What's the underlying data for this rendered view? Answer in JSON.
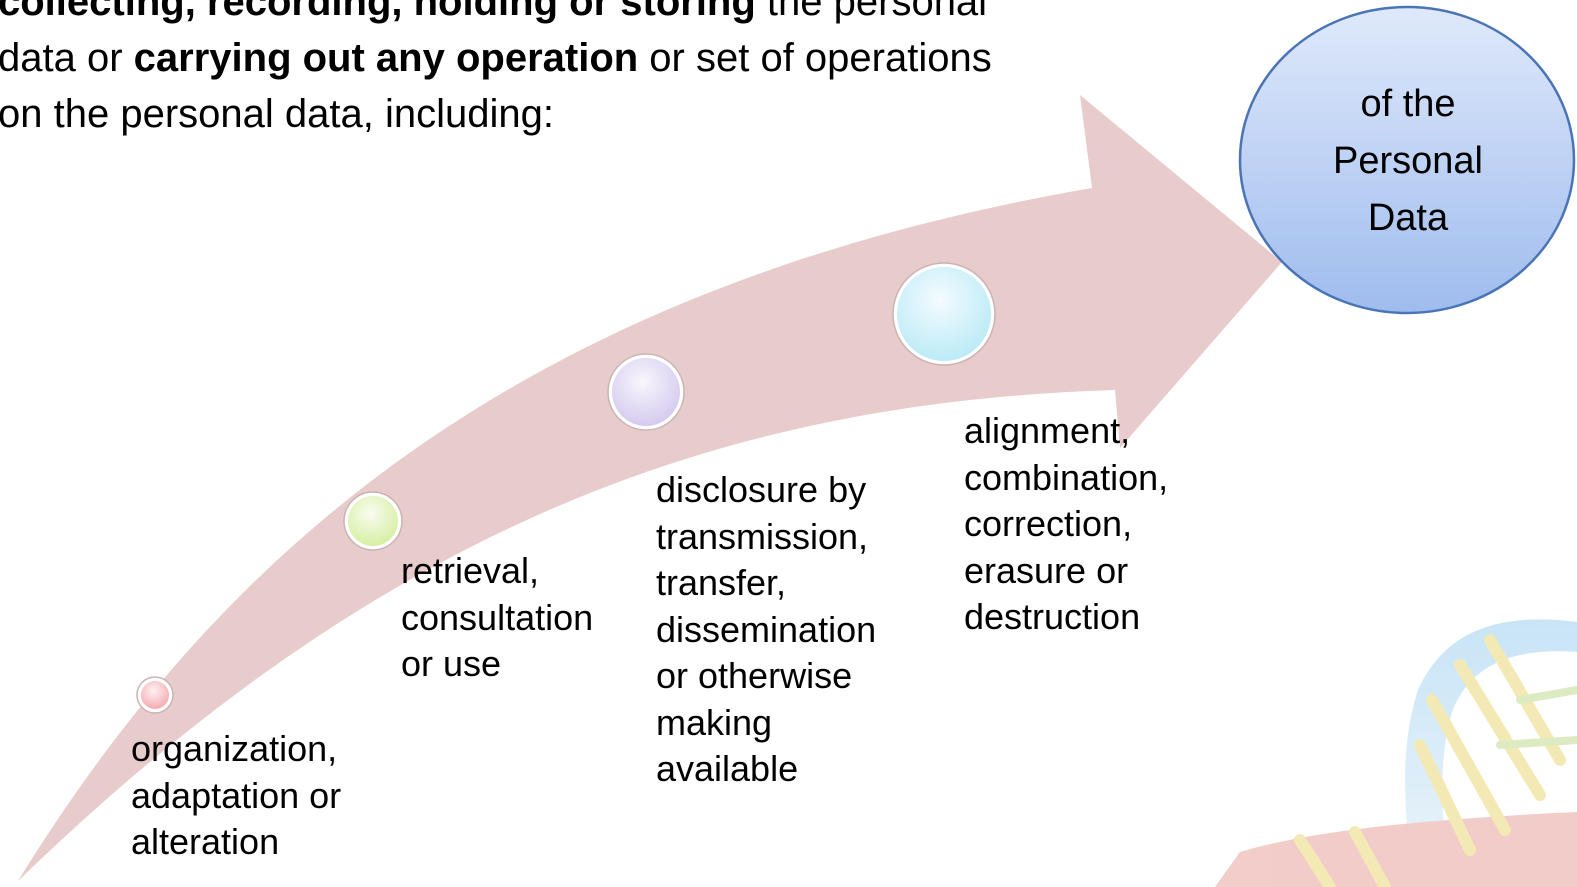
{
  "intro": {
    "line1_bold_a": "collecting,  recording, holding or storing",
    "line1_rest": " the personal",
    "line2_pre": "data or ",
    "line2_bold": "carrying out any operation",
    "line2_rest": " or set of operations",
    "line3": "on the personal data, including:"
  },
  "steps": [
    {
      "label_lines": [
        "organization,",
        "adaptation or",
        "alteration"
      ],
      "dot_color": "#f4a6ad"
    },
    {
      "label_lines": [
        "retrieval,",
        "consultation",
        "or use"
      ],
      "dot_color": "#d4ee9e"
    },
    {
      "label_lines": [
        "disclosure by",
        "transmission,",
        "transfer,",
        "dissemination",
        "or otherwise",
        "making",
        "available"
      ],
      "dot_color": "#d2c7ee"
    },
    {
      "label_lines": [
        "alignment,",
        "combination,",
        "correction,",
        "erasure or",
        "destruction"
      ],
      "dot_color": "#b7e9f7"
    }
  ],
  "target": {
    "lines": [
      "of the",
      "Personal",
      "Data"
    ],
    "fill": "#a9c2ee",
    "stroke": "#4a74b5"
  },
  "arrow_color": "#e8cccc"
}
